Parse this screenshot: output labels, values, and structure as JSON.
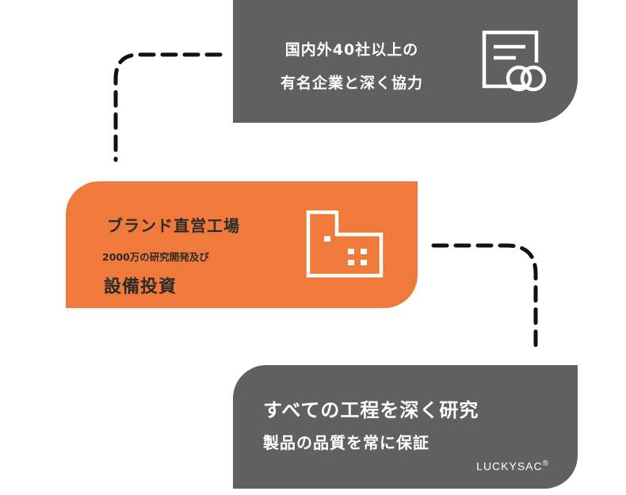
{
  "cards": {
    "top": {
      "line1": "国内外40社以上の",
      "line2": "有名企業と深く協力",
      "icon": "document-handshake-icon",
      "color": "#606060"
    },
    "middle": {
      "title": "ブランド直営工場",
      "subtitle": "2000万の研究開発及び",
      "main": "設備投資",
      "icon": "factory-icon",
      "color": "#f07a3b"
    },
    "bottom": {
      "line1": "すべての工程を深く研究",
      "line2": "製品の品質を常に保証",
      "brand": "LUCKYSAC",
      "brand_mark": "®",
      "color": "#606060"
    }
  }
}
